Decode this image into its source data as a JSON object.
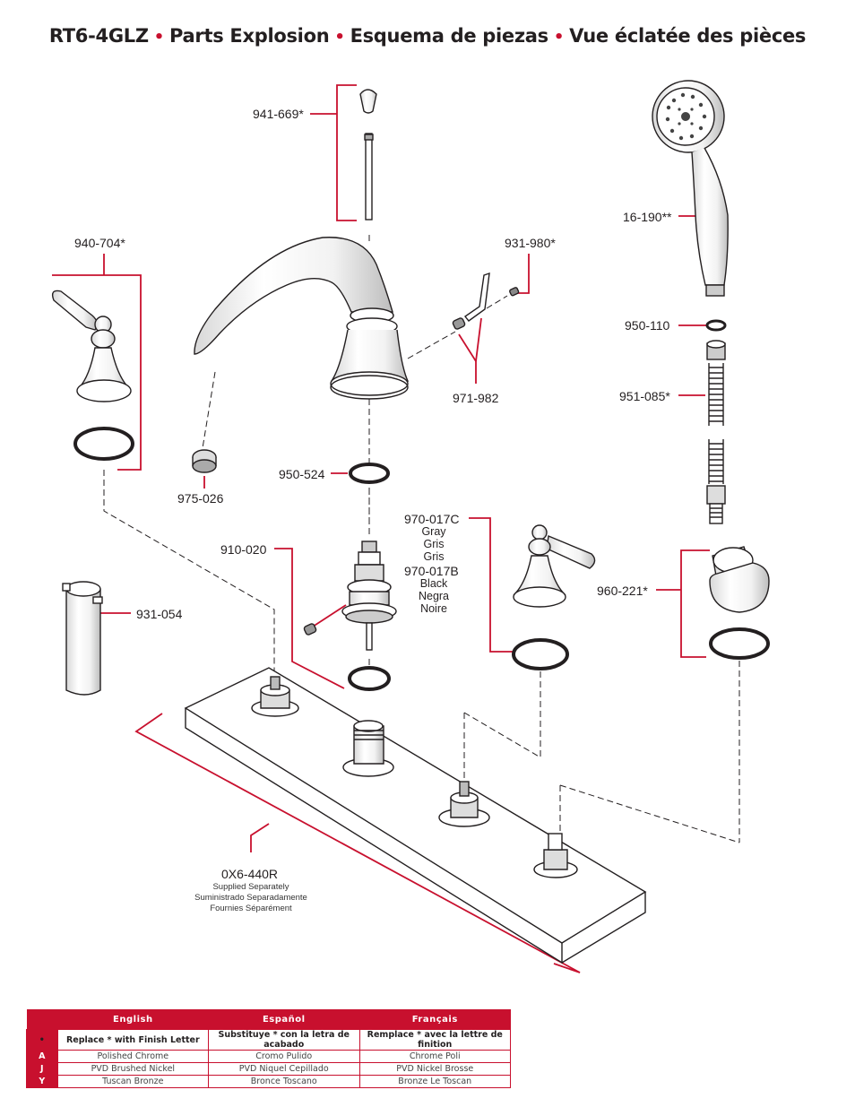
{
  "title": {
    "model": "RT6-4GLZ",
    "en": "Parts Explosion",
    "es": "Esquema de piezas",
    "fr": "Vue éclatée des pièces",
    "sep": "•"
  },
  "parts": {
    "p941_669": "941-669*",
    "p940_704": "940-704*",
    "p931_980": "931-980*",
    "p16_190": "16-190**",
    "p950_110": "950-110",
    "p951_085": "951-085*",
    "p971_982": "971-982",
    "p950_524": "950-524",
    "p975_026": "975-026",
    "p970_017C": "970-017C",
    "p970_017C_color": [
      "Gray",
      "Gris",
      "Gris"
    ],
    "p970_017B": "970-017B",
    "p970_017B_color": [
      "Black",
      "Negra",
      "Noire"
    ],
    "p910_020": "910-020",
    "p960_221": "960-221*",
    "p931_054": "931-054",
    "p0X6_440R": "0X6-440R",
    "p0X6_440R_notes": [
      "Supplied Separately",
      "Suministrado Separadamente",
      "Fournies Séparément"
    ]
  },
  "finish_table": {
    "headers": [
      "English",
      "Español",
      "Français"
    ],
    "replace_row": {
      "key": "•",
      "values": [
        "Replace * with Finish Letter",
        "Substituye * con la letra de acabado",
        "Remplace * avec la lettre de finition"
      ]
    },
    "rows": [
      {
        "key": "A",
        "values": [
          "Polished Chrome",
          "Cromo Pulido",
          "Chrome Poli"
        ]
      },
      {
        "key": "J",
        "values": [
          "PVD Brushed Nickel",
          "PVD Niquel Cepillado",
          "PVD Nickel Brosse"
        ]
      },
      {
        "key": "Y",
        "values": [
          "Tuscan Bronze",
          "Bronce Toscano",
          "Bronze Le Toscan"
        ]
      }
    ]
  },
  "colors": {
    "accent": "#c8102e",
    "ink": "#231f20"
  }
}
